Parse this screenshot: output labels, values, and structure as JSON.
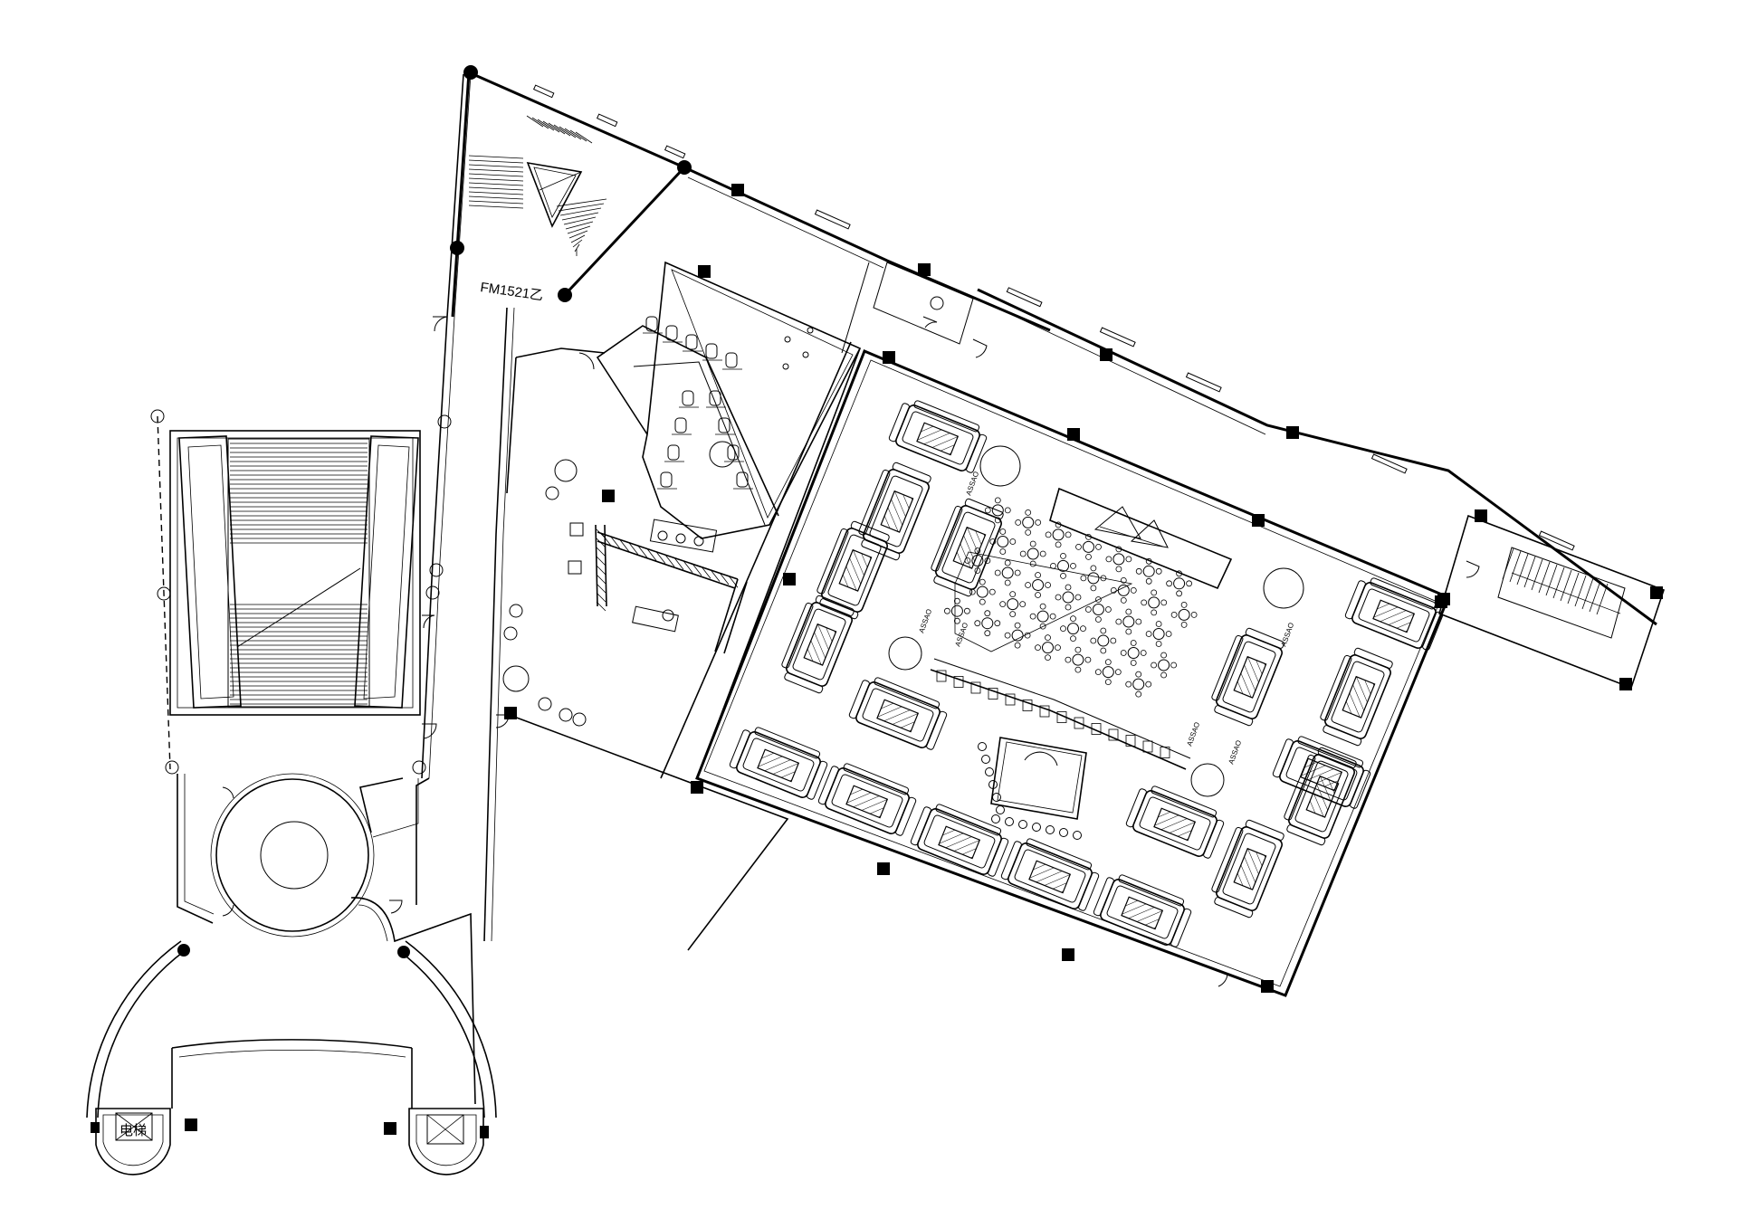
{
  "labels": {
    "door_code": "FM1521乙",
    "elevator": "电梯",
    "sofa_tag": "ASSAO"
  }
}
